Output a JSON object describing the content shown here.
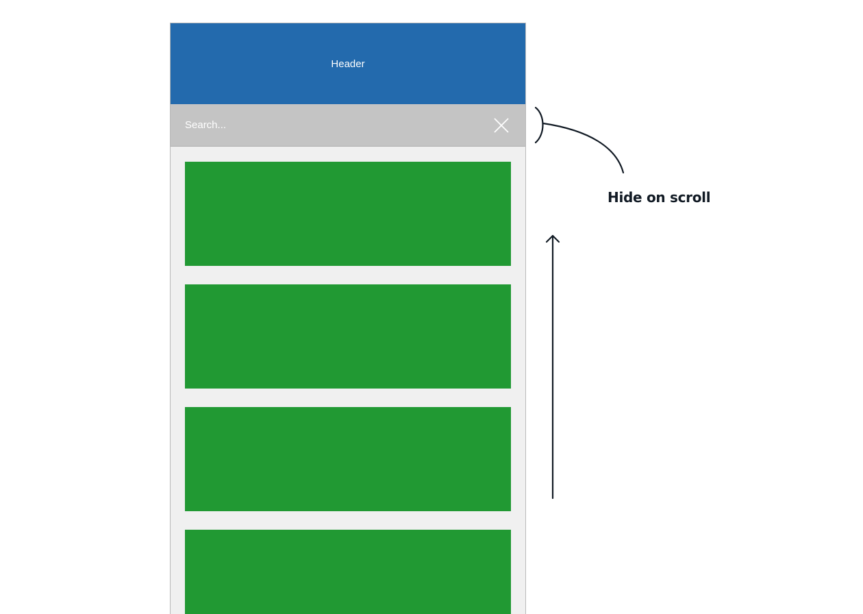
{
  "header": {
    "title": "Header",
    "background": "#236aad"
  },
  "search": {
    "placeholder": "Search...",
    "value": "",
    "background": "#c4c4c4",
    "clear_icon": "close-icon"
  },
  "list": {
    "card_color": "#219933",
    "items": [
      {
        "label": ""
      },
      {
        "label": ""
      },
      {
        "label": ""
      },
      {
        "label": ""
      }
    ]
  },
  "annotation": {
    "label": "Hide on scroll",
    "bracket_icon": "bracket-icon",
    "arrow_icon": "arrow-up-icon"
  }
}
